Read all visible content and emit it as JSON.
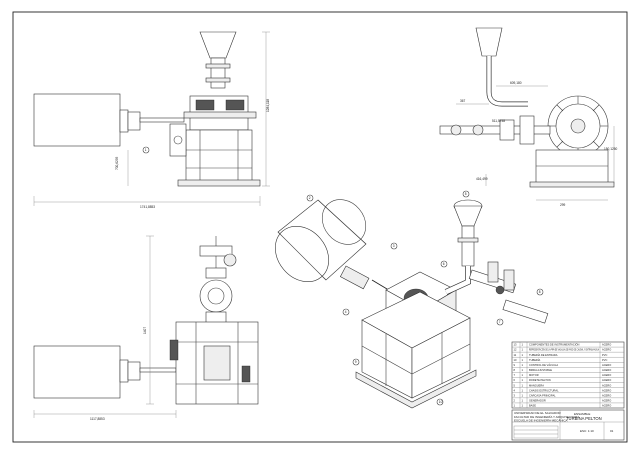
{
  "dimensions": {
    "front_height": "1284,118",
    "front_bottom": "1741,8853",
    "front_side": "700,6295",
    "side_top": "609,180",
    "side_left": "367",
    "side_mid": "511,5748",
    "side_right": "150,1250",
    "side_bottom_a": "416,499",
    "side_bottom_b": "299",
    "plan_height": "1407",
    "plan_bottom": "1117,8853"
  },
  "callouts": [
    "1",
    "2",
    "3",
    "4",
    "5",
    "6",
    "7",
    "8",
    "9",
    "10",
    "11",
    "12"
  ],
  "bom": {
    "rows": [
      {
        "n": "13",
        "q": "1",
        "desc": "COMPONENTES DE INSTRUMENTACIÓN",
        "mat": "ACERO"
      },
      {
        "n": "12",
        "q": "1",
        "desc": "REPRESENTACIÓN DE LA PIPA DE VALVULA DE PASO DE CAUDAL Y ENTRADA AGUA",
        "mat": "ACERO"
      },
      {
        "n": "11",
        "q": "1",
        "desc": "TUBERÍA DE ENTRADA",
        "mat": "PVC"
      },
      {
        "n": "10",
        "q": "1",
        "desc": "TUBERÍA",
        "mat": "PVC"
      },
      {
        "n": "9",
        "q": "1",
        "desc": "CONTROL DE VÁLVULA",
        "mat": "ACERO"
      },
      {
        "n": "8",
        "q": "1",
        "desc": "BRIDA AJUSTABLE",
        "mat": "ACERO"
      },
      {
        "n": "7",
        "q": "1",
        "desc": "MOTOR",
        "mat": "ACERO"
      },
      {
        "n": "6",
        "q": "1",
        "desc": "RODETE PELTON",
        "mat": "ACERO"
      },
      {
        "n": "5",
        "q": "1",
        "desc": "MANGUERA",
        "mat": "ACERO"
      },
      {
        "n": "4",
        "q": "1",
        "desc": "CHASIS ESTRUCTURAL",
        "mat": "ACERO"
      },
      {
        "n": "3",
        "q": "1",
        "desc": "CARCASA PRINCIPAL",
        "mat": "ACERO"
      },
      {
        "n": "2",
        "q": "1",
        "desc": "GENERADOR",
        "mat": "ACERO"
      },
      {
        "n": "1",
        "q": "1",
        "desc": "BASE",
        "mat": "ACERO"
      }
    ]
  },
  "title_block": {
    "university": "UNIVERSIDAD DE EL SALVADOR",
    "faculty": "FACULTAD DE INGENIERÍA Y ARQUITECTURA",
    "school": "ESCUELA DE INGENIERÍA MECÁNICA",
    "drawing_title": "TURBINA PELTON",
    "drawing_label": "ENSAMBLE",
    "scale": "ESC: 1:10",
    "sheet": "01"
  }
}
